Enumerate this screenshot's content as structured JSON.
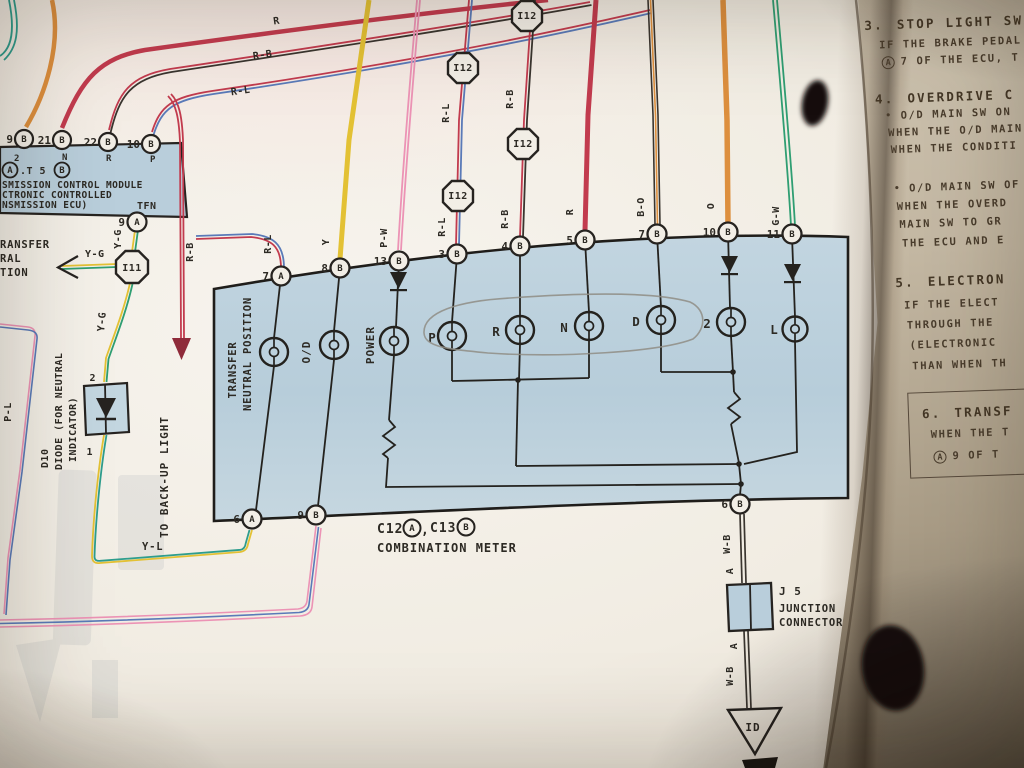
{
  "palette": {
    "red": "#c23b4e",
    "dark_red": "#8f2b3a",
    "orange": "#dd8f3e",
    "yellow": "#e3c134",
    "green": "#2f9e72",
    "teal": "#2e9d8d",
    "pink": "#ec93b5",
    "blue": "#5a7ab8",
    "wire_black": "#3a352f",
    "panel_blue": "#bdd2de",
    "ink": "#262320",
    "pencil": "#8f8d85"
  },
  "tcm": {
    "pins": [
      {
        "num": "9",
        "letter": "B"
      },
      {
        "num": "21",
        "letter": "B"
      },
      {
        "num": "22",
        "letter": "B"
      },
      {
        "num": "10",
        "letter": "B"
      }
    ],
    "row_labels": [
      "2",
      "N",
      "R",
      "P"
    ],
    "conn_a": "A",
    "conn_text": ".T 5",
    "conn_b": "B",
    "line1": "SMISSION CONTROL MODULE",
    "line2": "CTRONIC CONTROLLED",
    "line3": "NSMISSION ECU)",
    "tfn": "TFN",
    "pin_below": {
      "num": "9",
      "letter": "A"
    }
  },
  "left_labels": {
    "fragment1": "RANSFER",
    "fragment2": "RAL",
    "fragment3": "TION",
    "yg_arrow": "Y-G",
    "yg_upper": "Y-G",
    "yg_lower": "Y-G",
    "i11": "I11",
    "pl": "P-L",
    "yl": "Y-L",
    "rb_backup": "R-B",
    "to_backup": "TO BACK-UP LIGHT",
    "d10": {
      "name": "D10",
      "line1": "DIODE (FOR NEUTRAL",
      "line2": "INDICATOR)",
      "pin_top": "2",
      "pin_bottom": "1"
    }
  },
  "top_wires": {
    "r": "R",
    "rb": "R-B",
    "rl": "R-L"
  },
  "vert_wires": {
    "rl_7a": "R-L",
    "y": "Y",
    "pw": "P-W",
    "rl_up": "R-L",
    "rl_low": "R-L",
    "rb_up": "R-B",
    "rb_low": "R-B",
    "r": "R",
    "bo": "B-O",
    "o": "O",
    "gw": "G-W",
    "i12": "I12"
  },
  "meter": {
    "pins_top": [
      {
        "num": "7",
        "letter": "A"
      },
      {
        "num": "8",
        "letter": "B"
      },
      {
        "num": "13",
        "letter": "B"
      },
      {
        "num": "3",
        "letter": "B"
      },
      {
        "num": "4",
        "letter": "B"
      },
      {
        "num": "5",
        "letter": "B"
      },
      {
        "num": "7",
        "letter": "B"
      },
      {
        "num": "10",
        "letter": "B"
      },
      {
        "num": "11",
        "letter": "B"
      }
    ],
    "pins_bottom": [
      {
        "num": "6",
        "letter": "A"
      },
      {
        "num": "9",
        "letter": "B"
      },
      {
        "num": "6",
        "letter": "B"
      }
    ],
    "transfer_line1": "TRANSFER",
    "transfer_line2": "NEUTRAL POSITION",
    "od": "O/D",
    "power": "POWER",
    "gears": [
      "P",
      "R",
      "N",
      "D",
      "2",
      "L"
    ],
    "c12": "C12",
    "c12_letter": "A",
    "comma": ",",
    "c13": "C13",
    "c13_letter": "B",
    "caption": "COMBINATION METER"
  },
  "junction": {
    "wb_upper": "W-B",
    "a_upper": "A",
    "name": "J 5",
    "line1": "JUNCTION",
    "line2": "CONNECTOR",
    "a_lower": "A",
    "wb_lower": "W-B",
    "ground": "ID"
  },
  "right_page": {
    "bullet": "•",
    "s3": {
      "num": "3.",
      "title": "STOP LIGHT SW",
      "l1": "IF THE BRAKE PEDAL",
      "l2_circ": "A",
      "l2": "7 OF THE ECU, T"
    },
    "s4": {
      "num": "4.",
      "title": "OVERDRIVE C",
      "b1": "O/D MAIN SW ON",
      "b1_l1": "WHEN THE O/D MAIN",
      "b1_l2": "WHEN THE CONDITI",
      "b2": "O/D MAIN SW OF",
      "b2_l1": "WHEN THE OVERD",
      "b2_l2": "MAIN SW TO GR",
      "b2_l3": "THE ECU AND E"
    },
    "s5": {
      "num": "5.",
      "title": "ELECTRON",
      "l1": "IF THE ELECT",
      "l2": "THROUGH THE",
      "l3": "(ELECTRONIC",
      "l4": "THAN WHEN TH"
    },
    "s6": {
      "num": "6.",
      "title": "TRANSF",
      "l1": "WHEN THE T",
      "l2_circ": "A",
      "l2": "9 OF T"
    }
  }
}
